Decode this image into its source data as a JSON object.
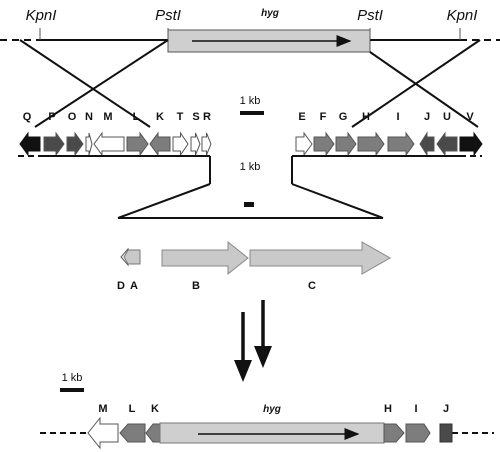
{
  "sites": {
    "kpn_left": "KpnI",
    "pst_left": "PstI",
    "pst_right": "PstI",
    "kpn_right": "KpnI"
  },
  "top_gene": "hyg",
  "scale_mid": "1 kb",
  "scale_zoom": "1 kb",
  "scale_bottom": "1 kb",
  "cluster_labels": [
    "Q",
    "P",
    "O",
    "N",
    "M",
    "L",
    "K",
    "T",
    "S",
    "R",
    "E",
    "F",
    "G",
    "H",
    "I",
    "J",
    "U",
    "V"
  ],
  "zoom_labels": [
    "D",
    "A",
    "B",
    "C"
  ],
  "bottom_labels": [
    "M",
    "L",
    "K",
    "hyg",
    "H",
    "I",
    "J"
  ],
  "colors": {
    "black": "#111111",
    "dark": "#4a4a4a",
    "medium": "#7d7d7d",
    "light": "#c9c9c9",
    "white": "#ffffff"
  }
}
